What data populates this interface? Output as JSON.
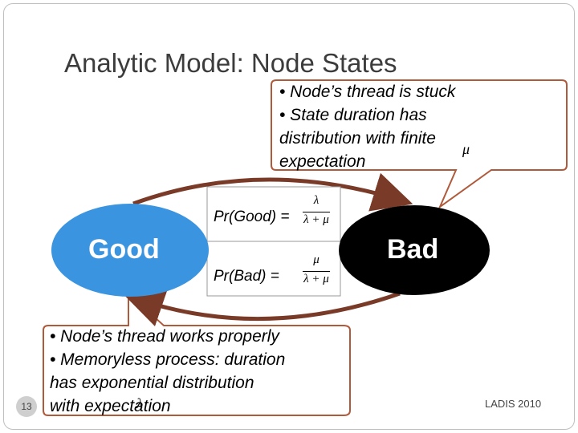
{
  "title": "Analytic Model: Node States",
  "states": {
    "good": {
      "label": "Good",
      "color": "#3a94e0"
    },
    "bad": {
      "label": "Bad",
      "color": "#000000"
    }
  },
  "callout_bad": {
    "lines": [
      "• Node’s thread  is stuck",
      "• State duration has",
      "distribution with finite",
      "expectation"
    ],
    "glyph": "μ"
  },
  "callout_good": {
    "lines": [
      "• Node’s thread works properly",
      "• Memoryless process: duration",
      "has exponential distribution",
      "with expectation"
    ],
    "glyph": "λ"
  },
  "formulas": {
    "good": {
      "label": "Pr(Good) =",
      "numerator": "λ",
      "denominator": "λ + μ"
    },
    "bad": {
      "label": "Pr(Bad) =",
      "numerator": "μ",
      "denominator": "λ + μ"
    }
  },
  "slide_number": "13",
  "footer": "LADIS 2010",
  "colors": {
    "arrow": "#7a3a28",
    "callout_border": "#b05a3c",
    "title": "#3c3c3c"
  }
}
